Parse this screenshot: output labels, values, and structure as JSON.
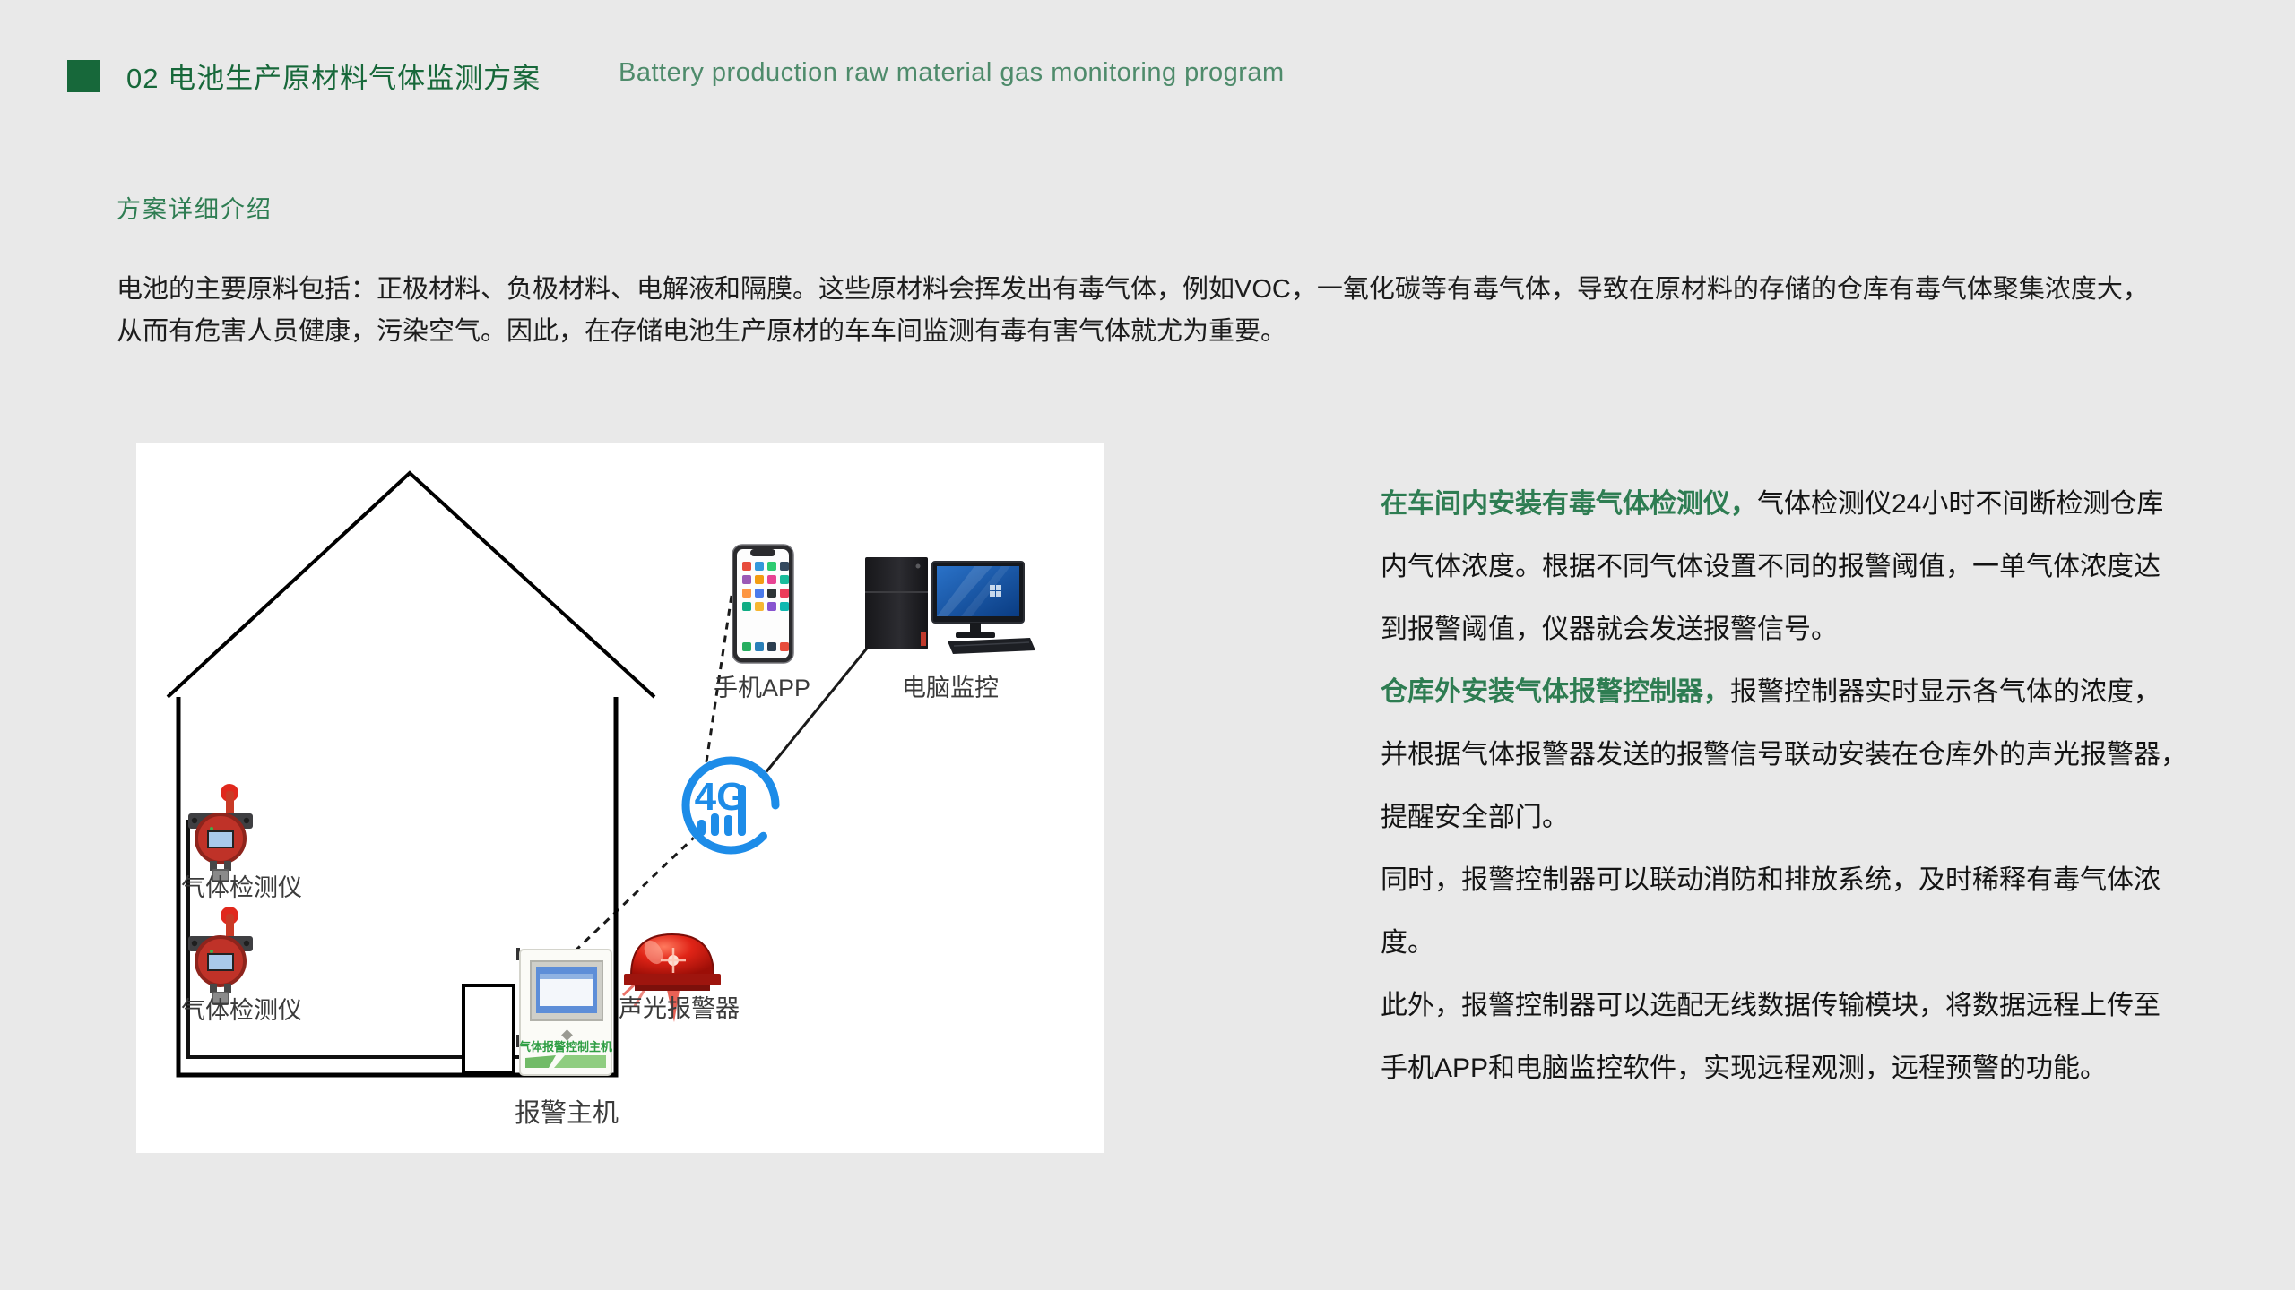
{
  "page": {
    "background": "#e9e9e9",
    "accent_green_dark": "#17683a",
    "accent_green": "#2e7d52",
    "network_blue": "#1d8ce8",
    "beacon_red": "#c3150d"
  },
  "header": {
    "title_zh": "02 电池生产原材料气体监测方案",
    "title_en": "Battery production raw material gas monitoring program"
  },
  "section": {
    "label": "方案详细介绍"
  },
  "intro": {
    "line1": "电池的主要原料包括：正极材料、负极材料、电解液和隔膜。这些原材料会挥发出有毒气体，例如VOC，一氧化碳等有毒气体，导致在原材料的存储的仓库有毒气体聚集浓度大，",
    "line2": "从而有危害人员健康，污染空气。因此，在存储电池生产原材的车车间监测有毒有害气体就尤为重要。"
  },
  "diagram": {
    "labels": {
      "detector1": "气体检测仪",
      "detector2": "气体检测仪",
      "phone": "手机APP",
      "computer": "电脑监控",
      "beacon": "声光报警器",
      "host": "报警主机",
      "host_device": "气体报警控制主机",
      "network": "4G"
    }
  },
  "solution": {
    "lines": [
      {
        "green": "在车间内安装有毒气体检测仪，",
        "text": "气体检测仪24小时不间断检测仓库"
      },
      {
        "text": "内气体浓度。根据不同气体设置不同的报警阈值，一单气体浓度达"
      },
      {
        "text": "到报警阈值，仪器就会发送报警信号。"
      },
      {
        "green": "仓库外安装气体报警控制器，",
        "text": "报警控制器实时显示各气体的浓度，"
      },
      {
        "text": "并根据气体报警器发送的报警信号联动安装在仓库外的声光报警器，"
      },
      {
        "text": "提醒安全部门。"
      },
      {
        "text": "同时，报警控制器可以联动消防和排放系统，及时稀释有毒气体浓"
      },
      {
        "text": "度。"
      },
      {
        "text": "此外，报警控制器可以选配无线数据传输模块，将数据远程上传至"
      },
      {
        "text": "手机APP和电脑监控软件，实现远程观测，远程预警的功能。"
      }
    ]
  }
}
